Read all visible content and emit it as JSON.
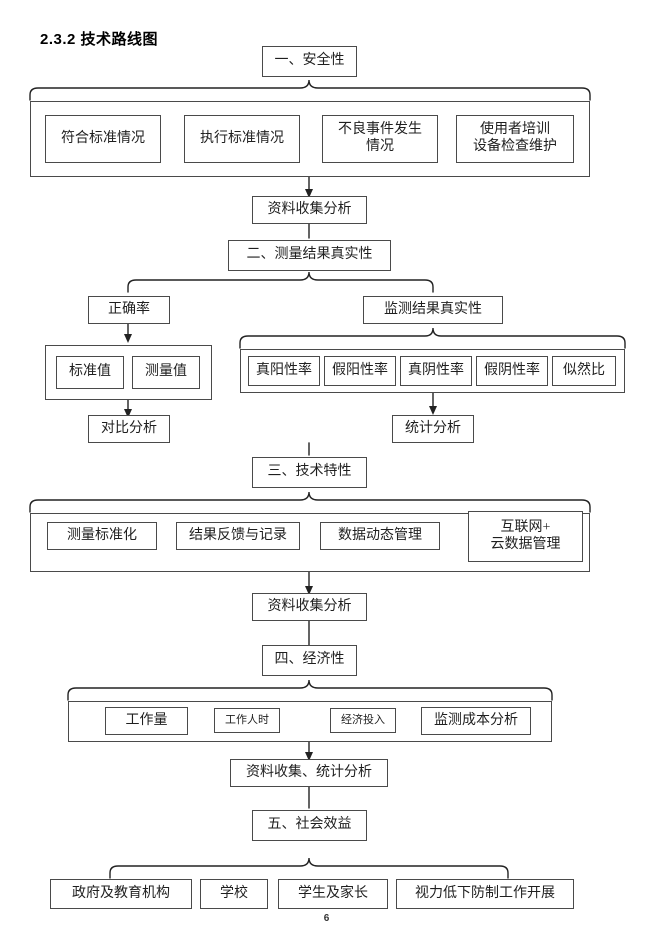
{
  "document": {
    "heading": "2.3.2 技术路线图",
    "page_number": "6"
  },
  "sections": {
    "s1": {
      "header": "一、安全性",
      "items": [
        "符合标准情况",
        "执行标准情况",
        "不良事件发生\n情况",
        "使用者培训\n设备检查维护"
      ],
      "output": "资料收集分析"
    },
    "s2": {
      "header": "二、测量结果真实性",
      "left_branch": {
        "header": "正确率",
        "items": [
          "标准值",
          "测量值"
        ],
        "output": "对比分析"
      },
      "right_branch": {
        "header": "监测结果真实性",
        "items": [
          "真阳性率",
          "假阳性率",
          "真阴性率",
          "假阴性率",
          "似然比"
        ],
        "output": "统计分析"
      }
    },
    "s3": {
      "header": "三、技术特性",
      "items": [
        "测量标准化",
        "结果反馈与记录",
        "数据动态管理",
        "互联网+\n云数据管理"
      ],
      "output": "资料收集分析"
    },
    "s4": {
      "header": "四、经济性",
      "items": [
        "工作量",
        "工作人时",
        "经济投入",
        "监测成本分析"
      ],
      "output": "资料收集、统计分析"
    },
    "s5": {
      "header": "五、社会效益",
      "items": [
        "政府及教育机构",
        "学校",
        "学生及家长",
        "视力低下防制工作开展"
      ]
    }
  },
  "style": {
    "line_color": "#4a4a4a",
    "text_color": "#1f1f1f",
    "background": "#ffffff"
  }
}
